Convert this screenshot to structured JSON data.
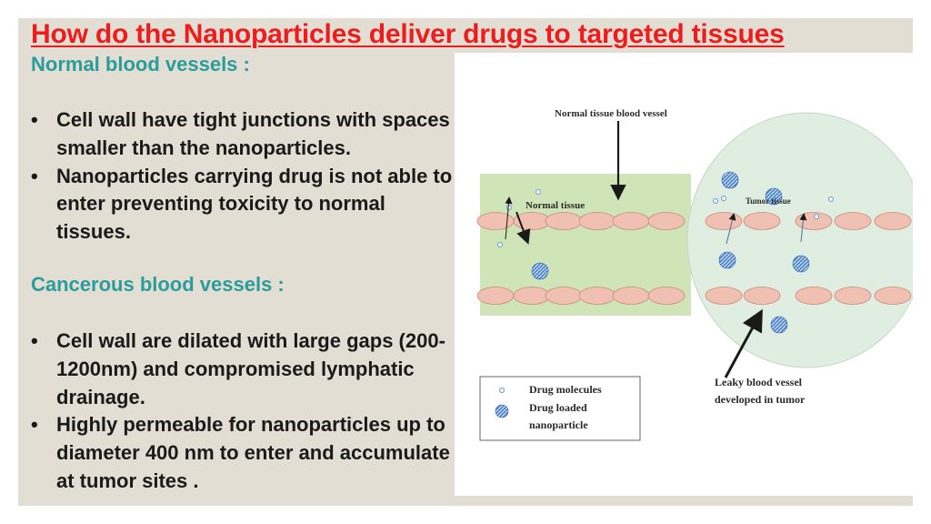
{
  "title": "How do the Nanoparticles deliver drugs to targeted tissues",
  "normal_section": {
    "heading": "Normal blood vessels :",
    "bullets": [
      "Cell wall  have tight junctions with spaces smaller than the nanoparticles.",
      "Nanoparticles carrying drug is not able to enter preventing toxicity to normal tissues."
    ]
  },
  "cancer_section": {
    "heading": "Cancerous blood vessels :",
    "bullets": [
      "Cell wall are dilated with large gaps (200-1200nm) and compromised lymphatic drainage.",
      " Highly permeable for nanoparticles up to diameter 400 nm to enter and accumulate at tumor sites ."
    ]
  },
  "figure": {
    "normal_vessel_label": "Normal tissue blood vessel",
    "normal_tissue_label": "Normal tissue",
    "tumor_tissue_label": "Tumor tissue",
    "leaky_label_line1": "Leaky blood vessel",
    "leaky_label_line2": "developed in tumor",
    "legend_drug_molecules": "Drug molecules",
    "legend_drug_loaded_line1": "Drug loaded",
    "legend_drug_loaded_line2": "nanoparticle",
    "colors": {
      "normal_tissue": "#cfe5b8",
      "tumor_tissue": "#dfeee0",
      "endothelial_cell": "#f0c0b2",
      "nanoparticle": "#4d86d6",
      "drug_molecule": "#7aa6d9"
    }
  }
}
